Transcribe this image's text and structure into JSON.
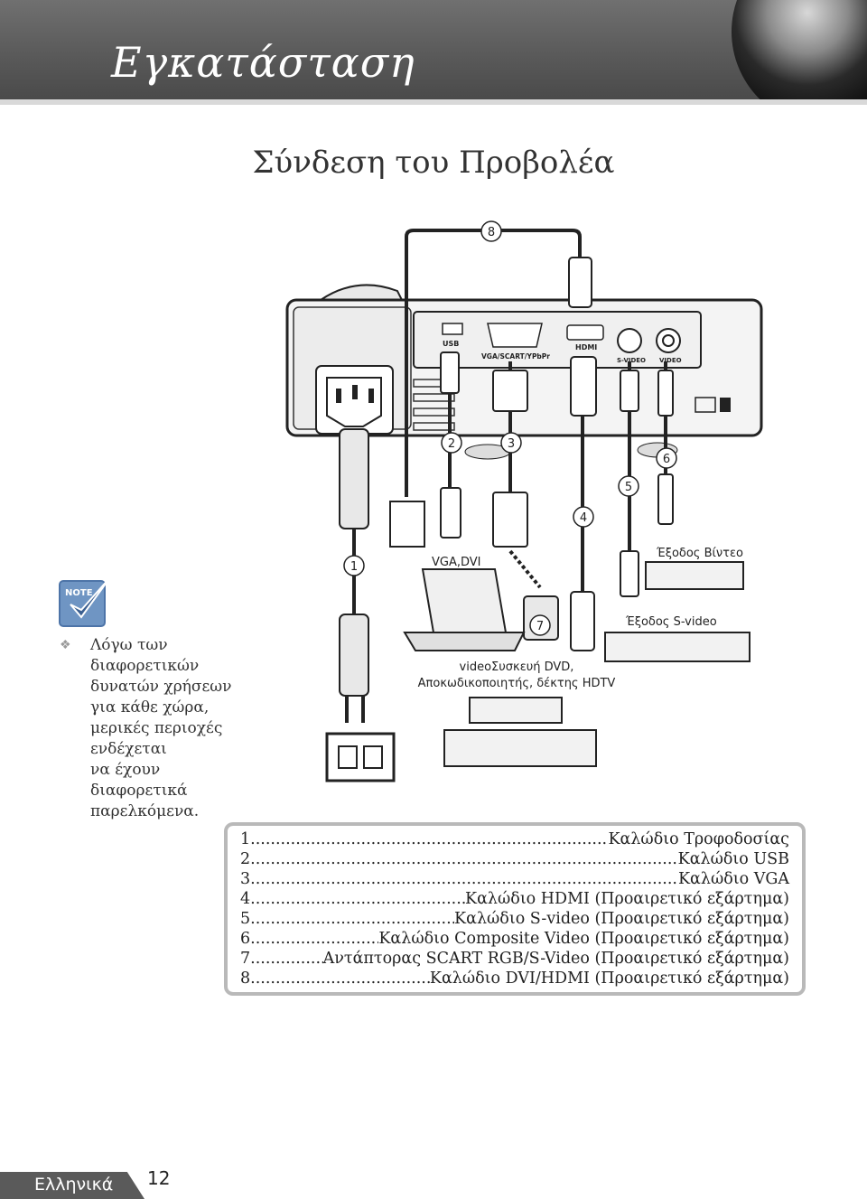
{
  "header": {
    "title": "Εγκατάσταση"
  },
  "section_title": "Σύνδεση του Προβολέα",
  "note": {
    "badge": "NOTE",
    "lines": [
      "Λόγω των",
      "διαφορετικών",
      "δυνατών χρήσεων",
      "για κάθε χώρα,",
      "μερικές περιοχές",
      "ενδέχεται",
      "να έχουν",
      "διαφορετικά",
      "παρελκόμενα."
    ]
  },
  "diagram": {
    "ports": {
      "usb": "USB",
      "vga": "VGA/SCART/YPbPr",
      "hdmi": "HDMI",
      "svideo": "S-VIDEO",
      "video": "VIDEO"
    },
    "callouts": [
      "1",
      "2",
      "3",
      "4",
      "5",
      "6",
      "7",
      "8"
    ],
    "labels": {
      "vga_dvi": "VGA,DVI",
      "video_out": "Έξοδος Βίντεο",
      "svideo_out": "Έξοδος S-video",
      "dvd_line1": "videoΣυσκευή DVD,",
      "dvd_line2": "Αποκωδικοποιητής, δέκτης HDTV"
    }
  },
  "legend": [
    {
      "num": "1",
      "text": "Καλώδιο Τροφοδοσίας"
    },
    {
      "num": "2",
      "text": "Καλώδιο USB"
    },
    {
      "num": "3",
      "text": " Καλώδιο VGA"
    },
    {
      "num": "4",
      "text": "Καλώδιο HDMI (Προαιρετικό εξάρτημα)"
    },
    {
      "num": "5",
      "text": "Καλώδιο S-video (Προαιρετικό εξάρτημα)"
    },
    {
      "num": "6",
      "text": " Καλώδιο Composite Video (Προαιρετικό εξάρτημα)"
    },
    {
      "num": "7",
      "text": " Αντάπτορας SCART RGB/S-Video (Προαιρετικό εξάρτημα)"
    },
    {
      "num": "8",
      "text": "Καλώδιο DVI/HDMI (Προαιρετικό εξάρτημα)"
    }
  ],
  "footer": {
    "language": "Ελληνικά",
    "page": "12"
  }
}
